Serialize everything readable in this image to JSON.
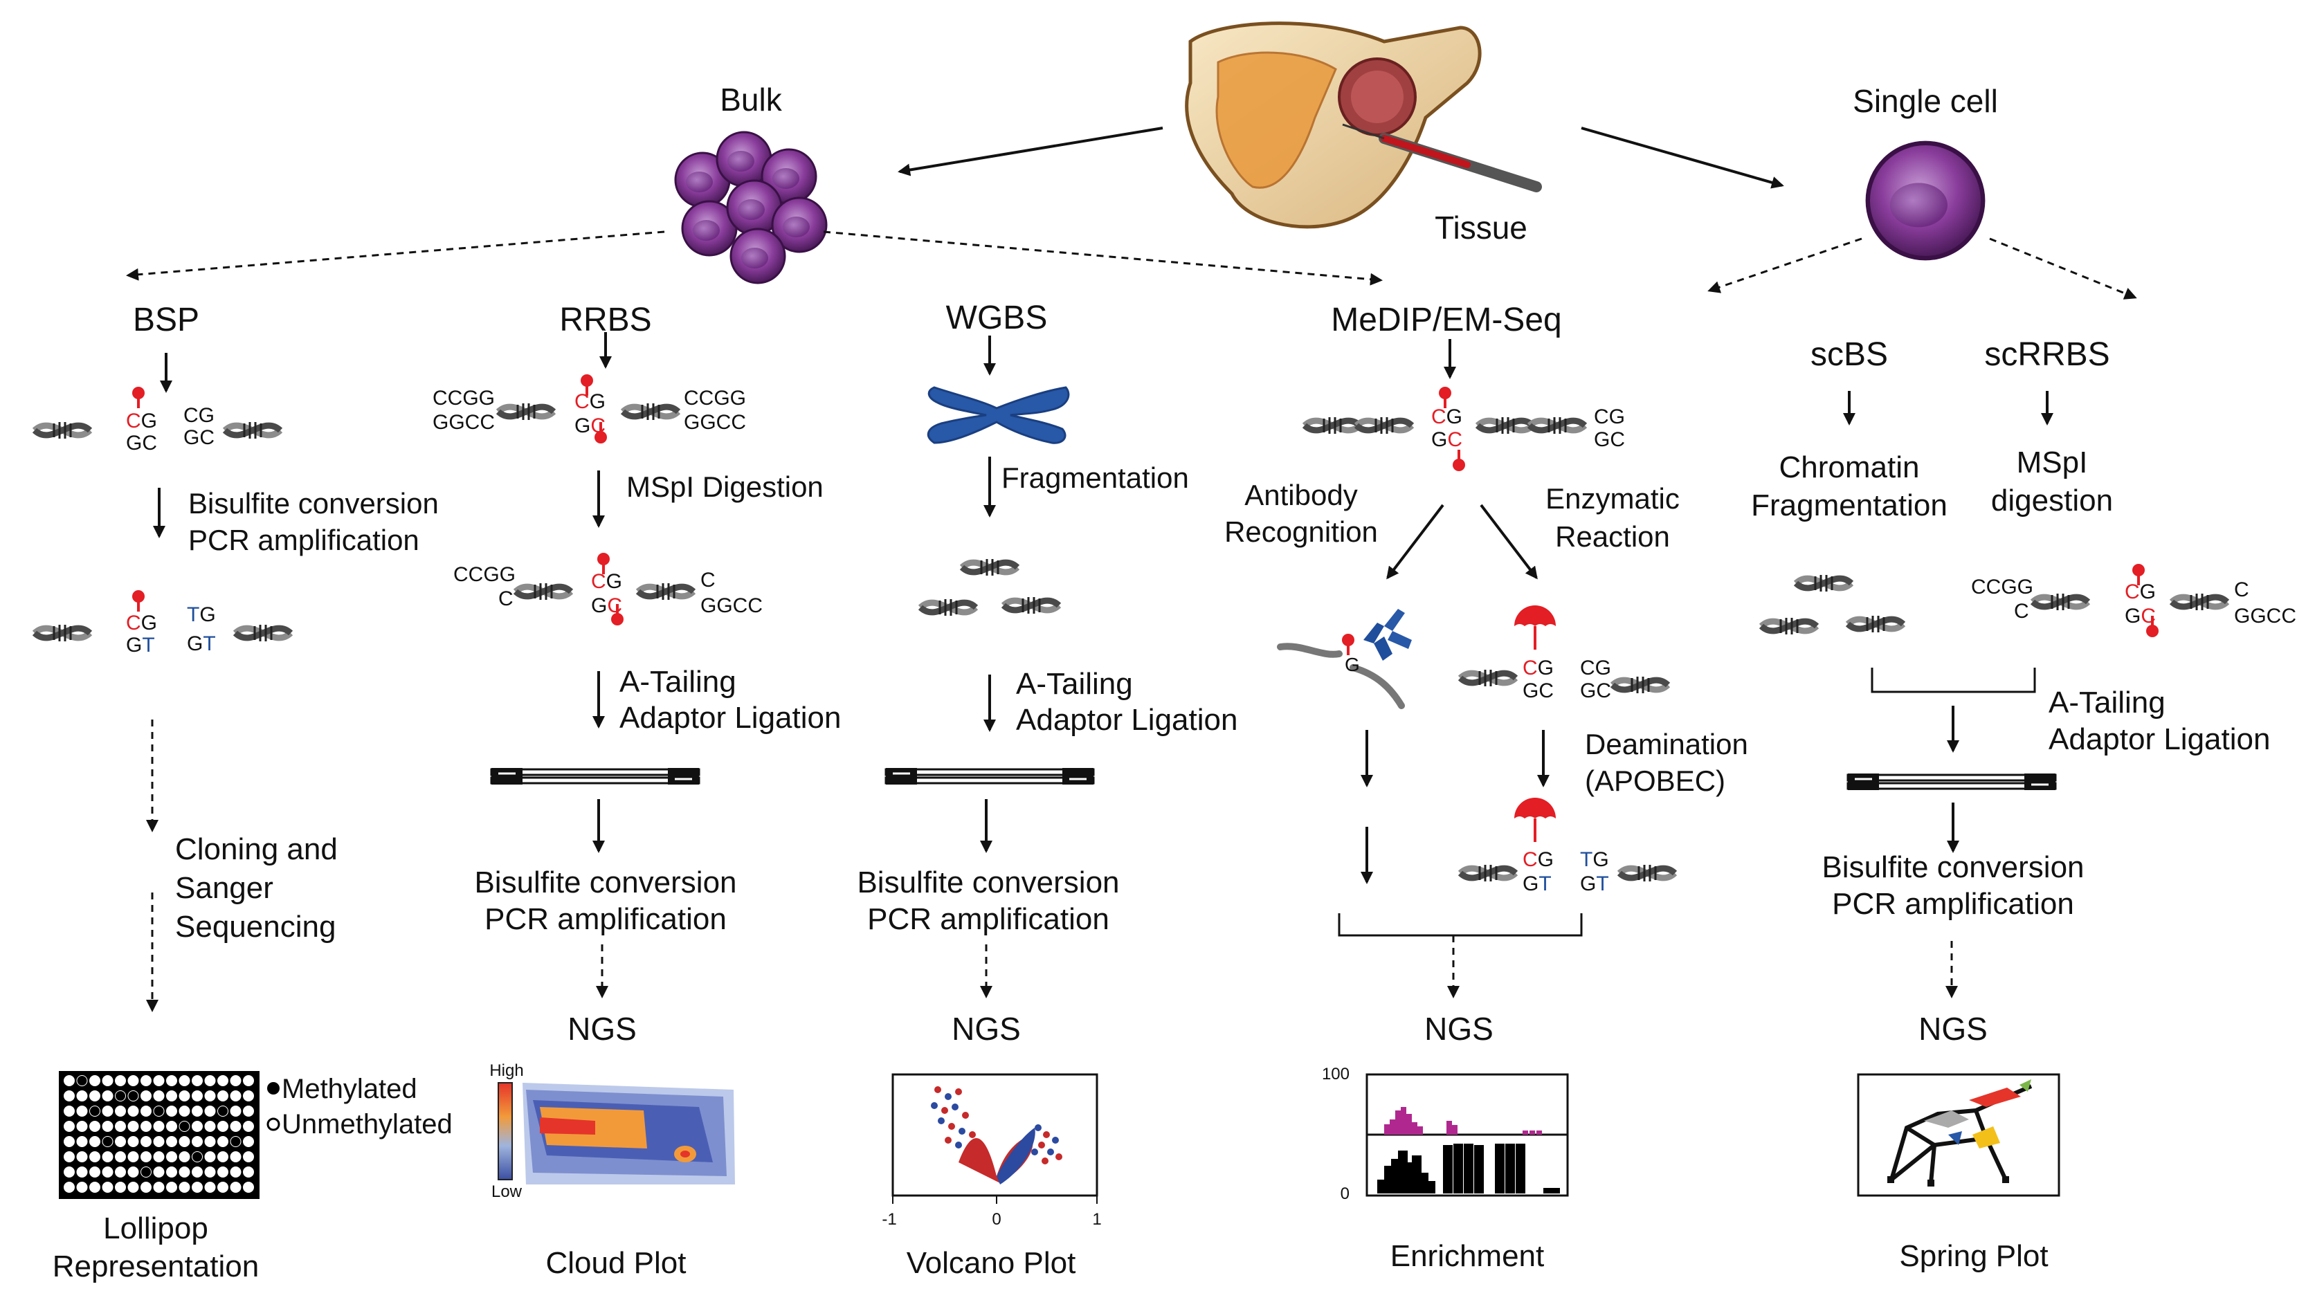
{
  "top": {
    "tissue_label": "Tissue",
    "bulk_label": "Bulk",
    "single_cell_label": "Single cell"
  },
  "colors": {
    "methyl_red": "#e31e24",
    "unmethyl_blue": "#1f4e9c",
    "cell_purple": "#7a2a8c",
    "dna_gray": "#8c8c8c"
  },
  "bsp": {
    "title": "BSP",
    "cg_top": "CG",
    "cg_bottom": "GC",
    "cg_top_plain": "CG",
    "cg_bottom_plain": "GC",
    "step1": [
      "Bisulfite conversion",
      "PCR amplification"
    ],
    "tg_top": "CG",
    "tg_bottom": "GT",
    "tg_top_plain": "TG",
    "tg_bottom_plain": "GT",
    "step2": [
      "Cloning and",
      "Sanger",
      "Sequencing"
    ],
    "legend_methylated": "Methylated",
    "legend_unmethylated": "Unmethylated",
    "plot_label": [
      "Lollipop",
      "Representation"
    ]
  },
  "rrbs": {
    "title": "RRBS",
    "seq_left": [
      "CCGG",
      "GGCC"
    ],
    "seq_mid": [
      "CG",
      "GC"
    ],
    "seq_right": [
      "CCGG",
      "GGCC"
    ],
    "step1": "MSpI Digestion",
    "cut_left": [
      "CCGG",
      "C"
    ],
    "cut_mid": [
      "CG",
      "GC"
    ],
    "cut_right": [
      "C",
      "GGCC"
    ],
    "step2": [
      "A-Tailing",
      "Adaptor Ligation"
    ],
    "step3": [
      "Bisulfite conversion",
      "PCR amplification"
    ],
    "ngs": "NGS",
    "scale_high": "High",
    "scale_low": "Low",
    "plot_label": "Cloud Plot"
  },
  "wgbs": {
    "title": "WGBS",
    "step1": "Fragmentation",
    "step2": [
      "A-Tailing",
      "Adaptor Ligation"
    ],
    "step3": [
      "Bisulfite conversion",
      "PCR amplification"
    ],
    "ngs": "NGS",
    "axis_ticks": [
      "-1",
      "0",
      "1"
    ],
    "plot_label": "Volcano Plot"
  },
  "medip": {
    "title": "MeDIP/EM-Seq",
    "seq": [
      "CG",
      "GC"
    ],
    "seq_plain": [
      "CG",
      "GC"
    ],
    "branch_left": [
      "Antibody",
      "Recognition"
    ],
    "branch_right": [
      "Enzymatic",
      "Reaction"
    ],
    "ab_label": "G",
    "enz_seq": [
      "CG",
      "GC"
    ],
    "enz_seq_plain": [
      "CG",
      "GC"
    ],
    "step_deam": [
      "Deamination",
      "(APOBEC)"
    ],
    "deam_seq": [
      "CG",
      "GT"
    ],
    "deam_seq_plain": [
      "TG",
      "GT"
    ],
    "ngs": "NGS",
    "axis_100": "100",
    "axis_0": "0",
    "plot_label": "Enrichment"
  },
  "single": {
    "scbs_title": "scBS",
    "scrrbs_title": "scRRBS",
    "scbs_step": [
      "Chromatin",
      "Fragmentation"
    ],
    "scrrbs_step": [
      "MSpI",
      "digestion"
    ],
    "cut_left": [
      "CCGG",
      "C"
    ],
    "cut_mid": [
      "CG",
      "GC"
    ],
    "cut_right": [
      "C",
      "GGCC"
    ],
    "step2": [
      "A-Tailing",
      "Adaptor Ligation"
    ],
    "step3": [
      "Bisulfite conversion",
      "PCR amplification"
    ],
    "ngs": "NGS",
    "plot_label": "Spring Plot"
  }
}
